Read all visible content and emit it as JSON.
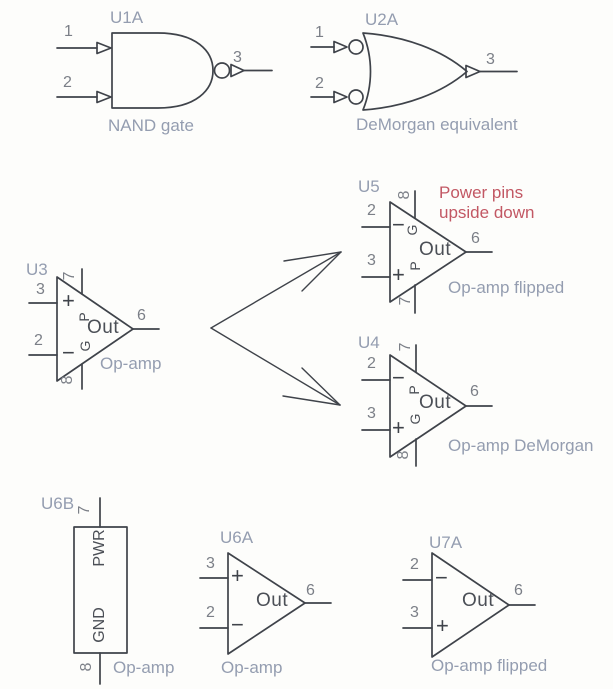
{
  "colors": {
    "background": "#fdfdfb",
    "line": "#3f434a",
    "pin_number": "#7b7f87",
    "designator": "#949db0",
    "symbol_text": "#4b4f56",
    "annotation": "#c25864"
  },
  "u1a": {
    "ref": "U1A",
    "caption": "NAND gate",
    "pin_in1": "1",
    "pin_in2": "2",
    "pin_out": "3"
  },
  "u2a": {
    "ref": "U2A",
    "caption": "DeMorgan equivalent",
    "pin_in1": "1",
    "pin_in2": "2",
    "pin_out": "3"
  },
  "u3": {
    "ref": "U3",
    "caption": "Op-amp",
    "out": "Out",
    "plus": "+",
    "minus": "−",
    "pin_noninv": "3",
    "pin_inv": "2",
    "pin_out": "6",
    "pin_top": "7",
    "pin_bottom": "8",
    "top_letter": "P",
    "bottom_letter": "G"
  },
  "u5": {
    "ref": "U5",
    "caption": "Op-amp flipped",
    "out": "Out",
    "plus": "+",
    "minus": "−",
    "pin_inv": "2",
    "pin_noninv": "3",
    "pin_out": "6",
    "pin_top": "8",
    "pin_bottom": "7",
    "top_letter": "G",
    "bottom_letter": "P"
  },
  "u4": {
    "ref": "U4",
    "caption": "Op-amp DeMorgan",
    "out": "Out",
    "plus": "+",
    "minus": "−",
    "pin_inv": "2",
    "pin_noninv": "3",
    "pin_out": "6",
    "pin_top": "7",
    "pin_bottom": "8",
    "top_letter": "P",
    "bottom_letter": "G"
  },
  "u6b": {
    "ref": "U6B",
    "caption": "Op-amp",
    "pwr": "PWR",
    "gnd": "GND",
    "pin_top": "7",
    "pin_bottom": "8"
  },
  "u6a": {
    "ref": "U6A",
    "caption": "Op-amp",
    "out": "Out",
    "plus": "+",
    "minus": "−",
    "pin_noninv": "3",
    "pin_inv": "2",
    "pin_out": "6"
  },
  "u7a": {
    "ref": "U7A",
    "caption": "Op-amp flipped",
    "out": "Out",
    "plus": "+",
    "minus": "−",
    "pin_inv": "2",
    "pin_noninv": "3",
    "pin_out": "6"
  },
  "annotation": {
    "line1": "Power pins",
    "line2": "upside down"
  }
}
